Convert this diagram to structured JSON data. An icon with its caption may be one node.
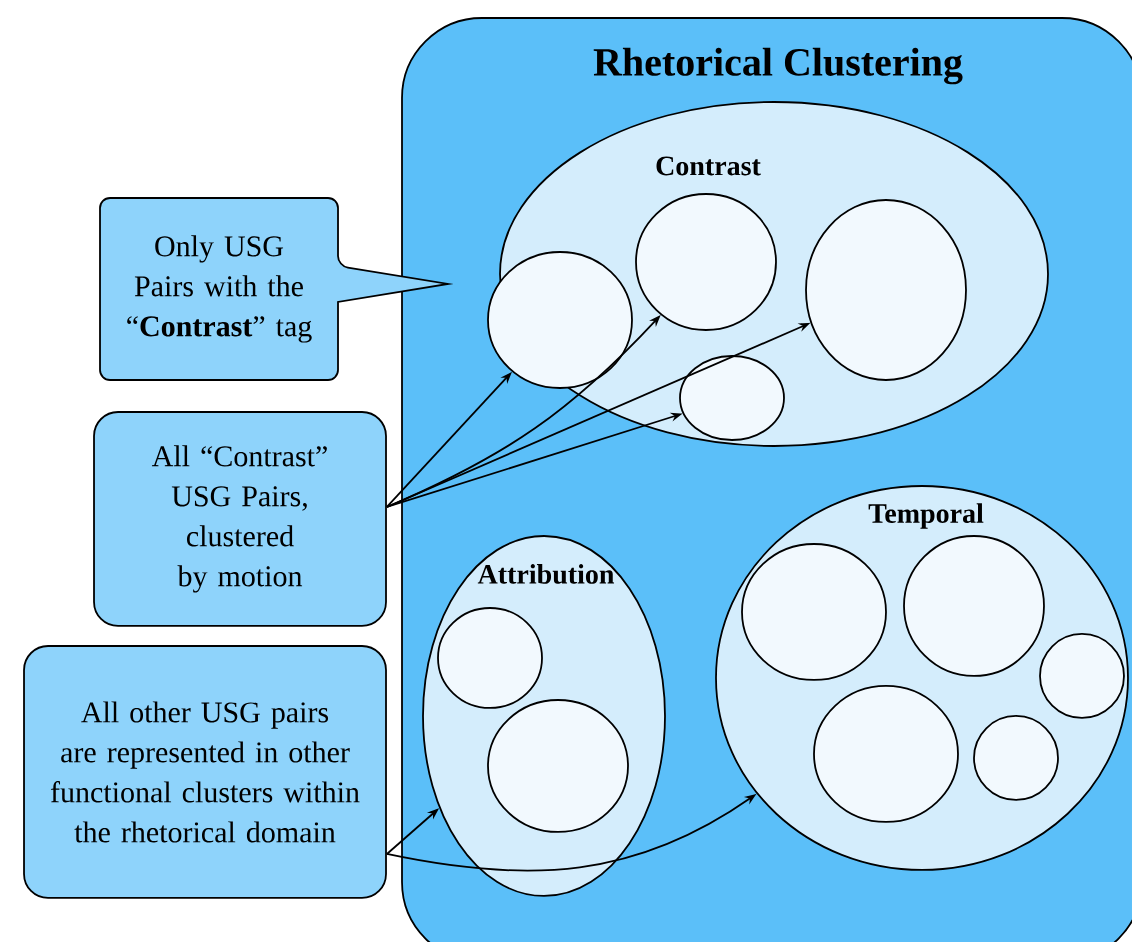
{
  "diagram": {
    "nodes": [
      {
        "text": [
          "Rhetorical Clustering"
        ]
      },
      {
        "text": [
          "Contrast"
        ],
        "in": 0
      },
      {
        "text": [],
        "shape": "circle",
        "in": 1
      },
      {
        "text": [],
        "shape": "circle",
        "in": 1
      },
      {
        "text": [],
        "shape": "circle",
        "in": 1
      },
      {
        "text": [],
        "shape": "circle",
        "in": 1
      },
      {
        "text": [
          "Attribution"
        ],
        "in": 0
      },
      {
        "text": [],
        "shape": "circle",
        "in": 6
      },
      {
        "text": [],
        "shape": "circle",
        "in": 6
      },
      {
        "text": [
          "Temporal"
        ],
        "in": 0
      },
      {
        "text": [],
        "shape": "circle",
        "in": 9
      },
      {
        "text": [],
        "shape": "circle",
        "in": 9
      },
      {
        "text": [],
        "shape": "circle",
        "in": 9
      },
      {
        "text": [],
        "shape": "circle",
        "in": 9
      },
      {
        "text": [],
        "shape": "circle",
        "in": 9
      },
      {
        "text": [
          "Only USG Pairs with the “**Contrast**” tag"
        ]
      },
      {
        "text": [
          "All “Contrast” USG Pairs, clustered by motion"
        ]
      },
      {
        "text": [
          "All other USG pairs are represented in other functional clusters within the rhetorical domain"
        ]
      }
    ],
    "edges": [
      {
        "from": 16,
        "to": 2,
        "arrow": "to"
      },
      {
        "from": 16,
        "to": 3,
        "arrow": "to"
      },
      {
        "from": 16,
        "to": 4,
        "arrow": "to"
      },
      {
        "from": 16,
        "to": 5,
        "arrow": "to"
      },
      {
        "from": 17,
        "to": 6,
        "arrow": "to"
      },
      {
        "from": 17,
        "to": 9,
        "arrow": "to"
      }
    ]
  }
}
